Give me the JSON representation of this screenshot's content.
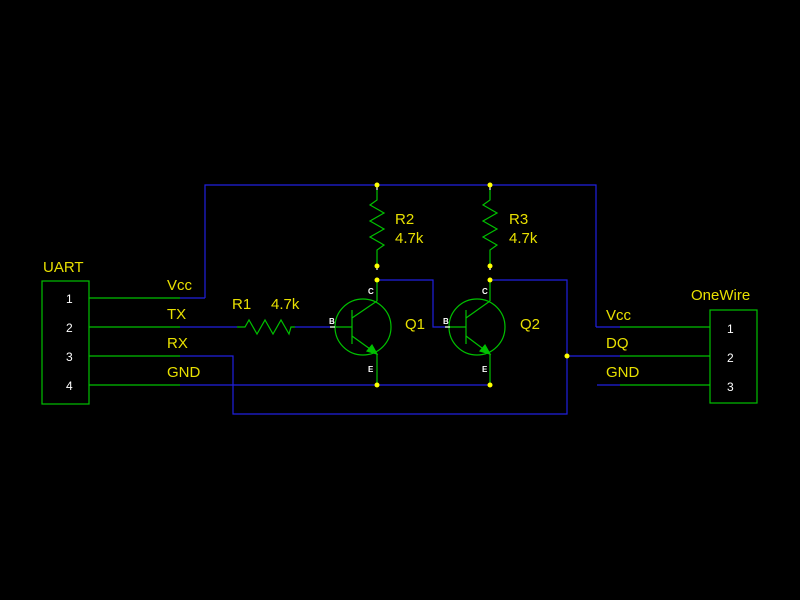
{
  "colors": {
    "background": "#000000",
    "wire": "#2020e0",
    "component": "#00c000",
    "label": "#e8e000",
    "pin_text": "#ffffff",
    "junction": "#ffff00"
  },
  "uart": {
    "title": "UART",
    "pins": [
      "1",
      "2",
      "3",
      "4"
    ],
    "signals": [
      "Vcc",
      "TX",
      "RX",
      "GND"
    ]
  },
  "onewire": {
    "title": "OneWire",
    "pins": [
      "1",
      "2",
      "3"
    ],
    "signals": [
      "Vcc",
      "DQ",
      "GND"
    ]
  },
  "r1": {
    "name": "R1",
    "value": "4.7k"
  },
  "r2": {
    "name": "R2",
    "value": "4.7k"
  },
  "r3": {
    "name": "R3",
    "value": "4.7k"
  },
  "q1": {
    "name": "Q1",
    "b": "B",
    "c": "C",
    "e": "E"
  },
  "q2": {
    "name": "Q2",
    "b": "B",
    "c": "C",
    "e": "E"
  }
}
